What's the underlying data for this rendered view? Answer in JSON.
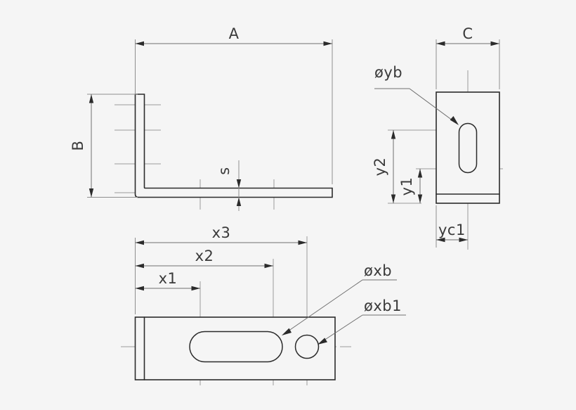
{
  "drawing": {
    "title": "Angle bracket technical drawing",
    "background_color": "#f5f5f5",
    "line_color": "#2b2b2b",
    "dimension_color": "#6f6f6f",
    "text_color": "#3a3a3a",
    "views": [
      {
        "name": "front-view",
        "description": "L-profile angle seen from the front"
      },
      {
        "name": "side-view",
        "description": "Side view with vertical slot"
      },
      {
        "name": "bottom-view",
        "description": "Bottom view with horizontal slot and round hole"
      }
    ],
    "labels": {
      "A": "A",
      "B": "B",
      "C": "C",
      "s": "s",
      "x1": "x1",
      "x2": "x2",
      "x3": "x3",
      "y1": "y1",
      "y2": "y2",
      "yc1": "yc1",
      "phi_yb": "øyb",
      "phi_xb": "øxb",
      "phi_xb1": "øxb1"
    }
  }
}
